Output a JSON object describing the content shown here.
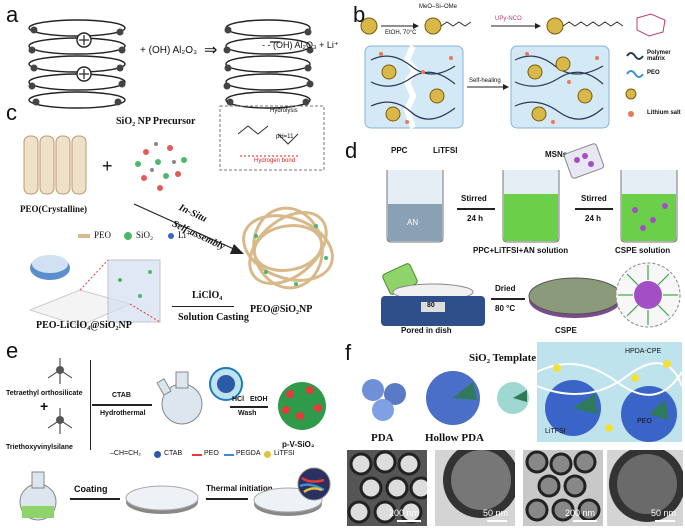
{
  "panels": {
    "a": {
      "label": "a",
      "reactant": "+ (OH) Al₂O₃",
      "arrow": "⇒",
      "product": "- - (OH) Al₂O₃ + Li⁺"
    },
    "b": {
      "label": "b",
      "reagent_top": "MeO–Si–OMe",
      "condition": "EtOH, 70°C",
      "reagent2": "UPy-NCO",
      "self_healing": "Self-healing",
      "legend_polymer": "Polymer matrix",
      "legend_peo": "PEO",
      "legend_lithium": "Lithium salt"
    },
    "c": {
      "label": "c",
      "precursor": "SiO₂ NP Precursor",
      "peo_crystal": "PEO(Crystalline)",
      "hydrolysis": "Hydrolysis",
      "ph": "pH=11",
      "hbond": "Hydrogen bond",
      "insitu": "In-Situ",
      "selfassembly": "Self-assembly",
      "legend_peo": "PEO",
      "legend_sio2": "SiO₂",
      "legend_li": "Li⁺",
      "licl": "LiClO₄",
      "casting": "Solution Casting",
      "product_left": "PEO-LiClO₄@SiO₂NP",
      "product_right": "PEO@SiO₂NP"
    },
    "d": {
      "label": "d",
      "ppc": "PPC",
      "litfsi": "LiTFSI",
      "an": "AN",
      "msns": "MSNs",
      "stirred1": "Stirred",
      "time1": "24 h",
      "stirred2": "Stirred",
      "time2": "24 h",
      "solution1": "PPC+LiTFSI+AN solution",
      "solution2": "CSPE solution",
      "hotplate": "80",
      "pored": "Pored in dish",
      "dried": "Dried",
      "dried_temp": "80 °C",
      "cspe": "CSPE"
    },
    "e": {
      "label": "e",
      "teos": "Tetraethyl orthosilicate",
      "plus": "+",
      "tevs": "Triethoxyvinylsilane",
      "ctab_cond": "CTAB",
      "hydrothermal": "Hydrothermal",
      "hcl": "HCl",
      "etoh": "EtOH",
      "wash": "Wash",
      "product": "p-V-SiO₂",
      "legend": [
        "–CH=CH₂",
        "CTAB",
        "PEO",
        "PEGDA",
        "LiTFSI"
      ],
      "coating": "Coating",
      "thermal": "Thermal initiation"
    },
    "f": {
      "label": "f",
      "template": "SiO₂ Template",
      "hpda_cpe": "HPDA-CPE",
      "peo": "PEO",
      "litfsi": "LiTFSI",
      "pda": "PDA",
      "hollow_pda": "Hollow PDA",
      "scalebars": [
        "200 nm",
        "50 nm",
        "200 nm",
        "50 nm"
      ]
    }
  },
  "colors": {
    "blue_sphere": "#6f8fd6",
    "green_core": "#2e9a4a",
    "ocean": "#bfe3ec",
    "beaker_green": "#6ccf4a"
  }
}
